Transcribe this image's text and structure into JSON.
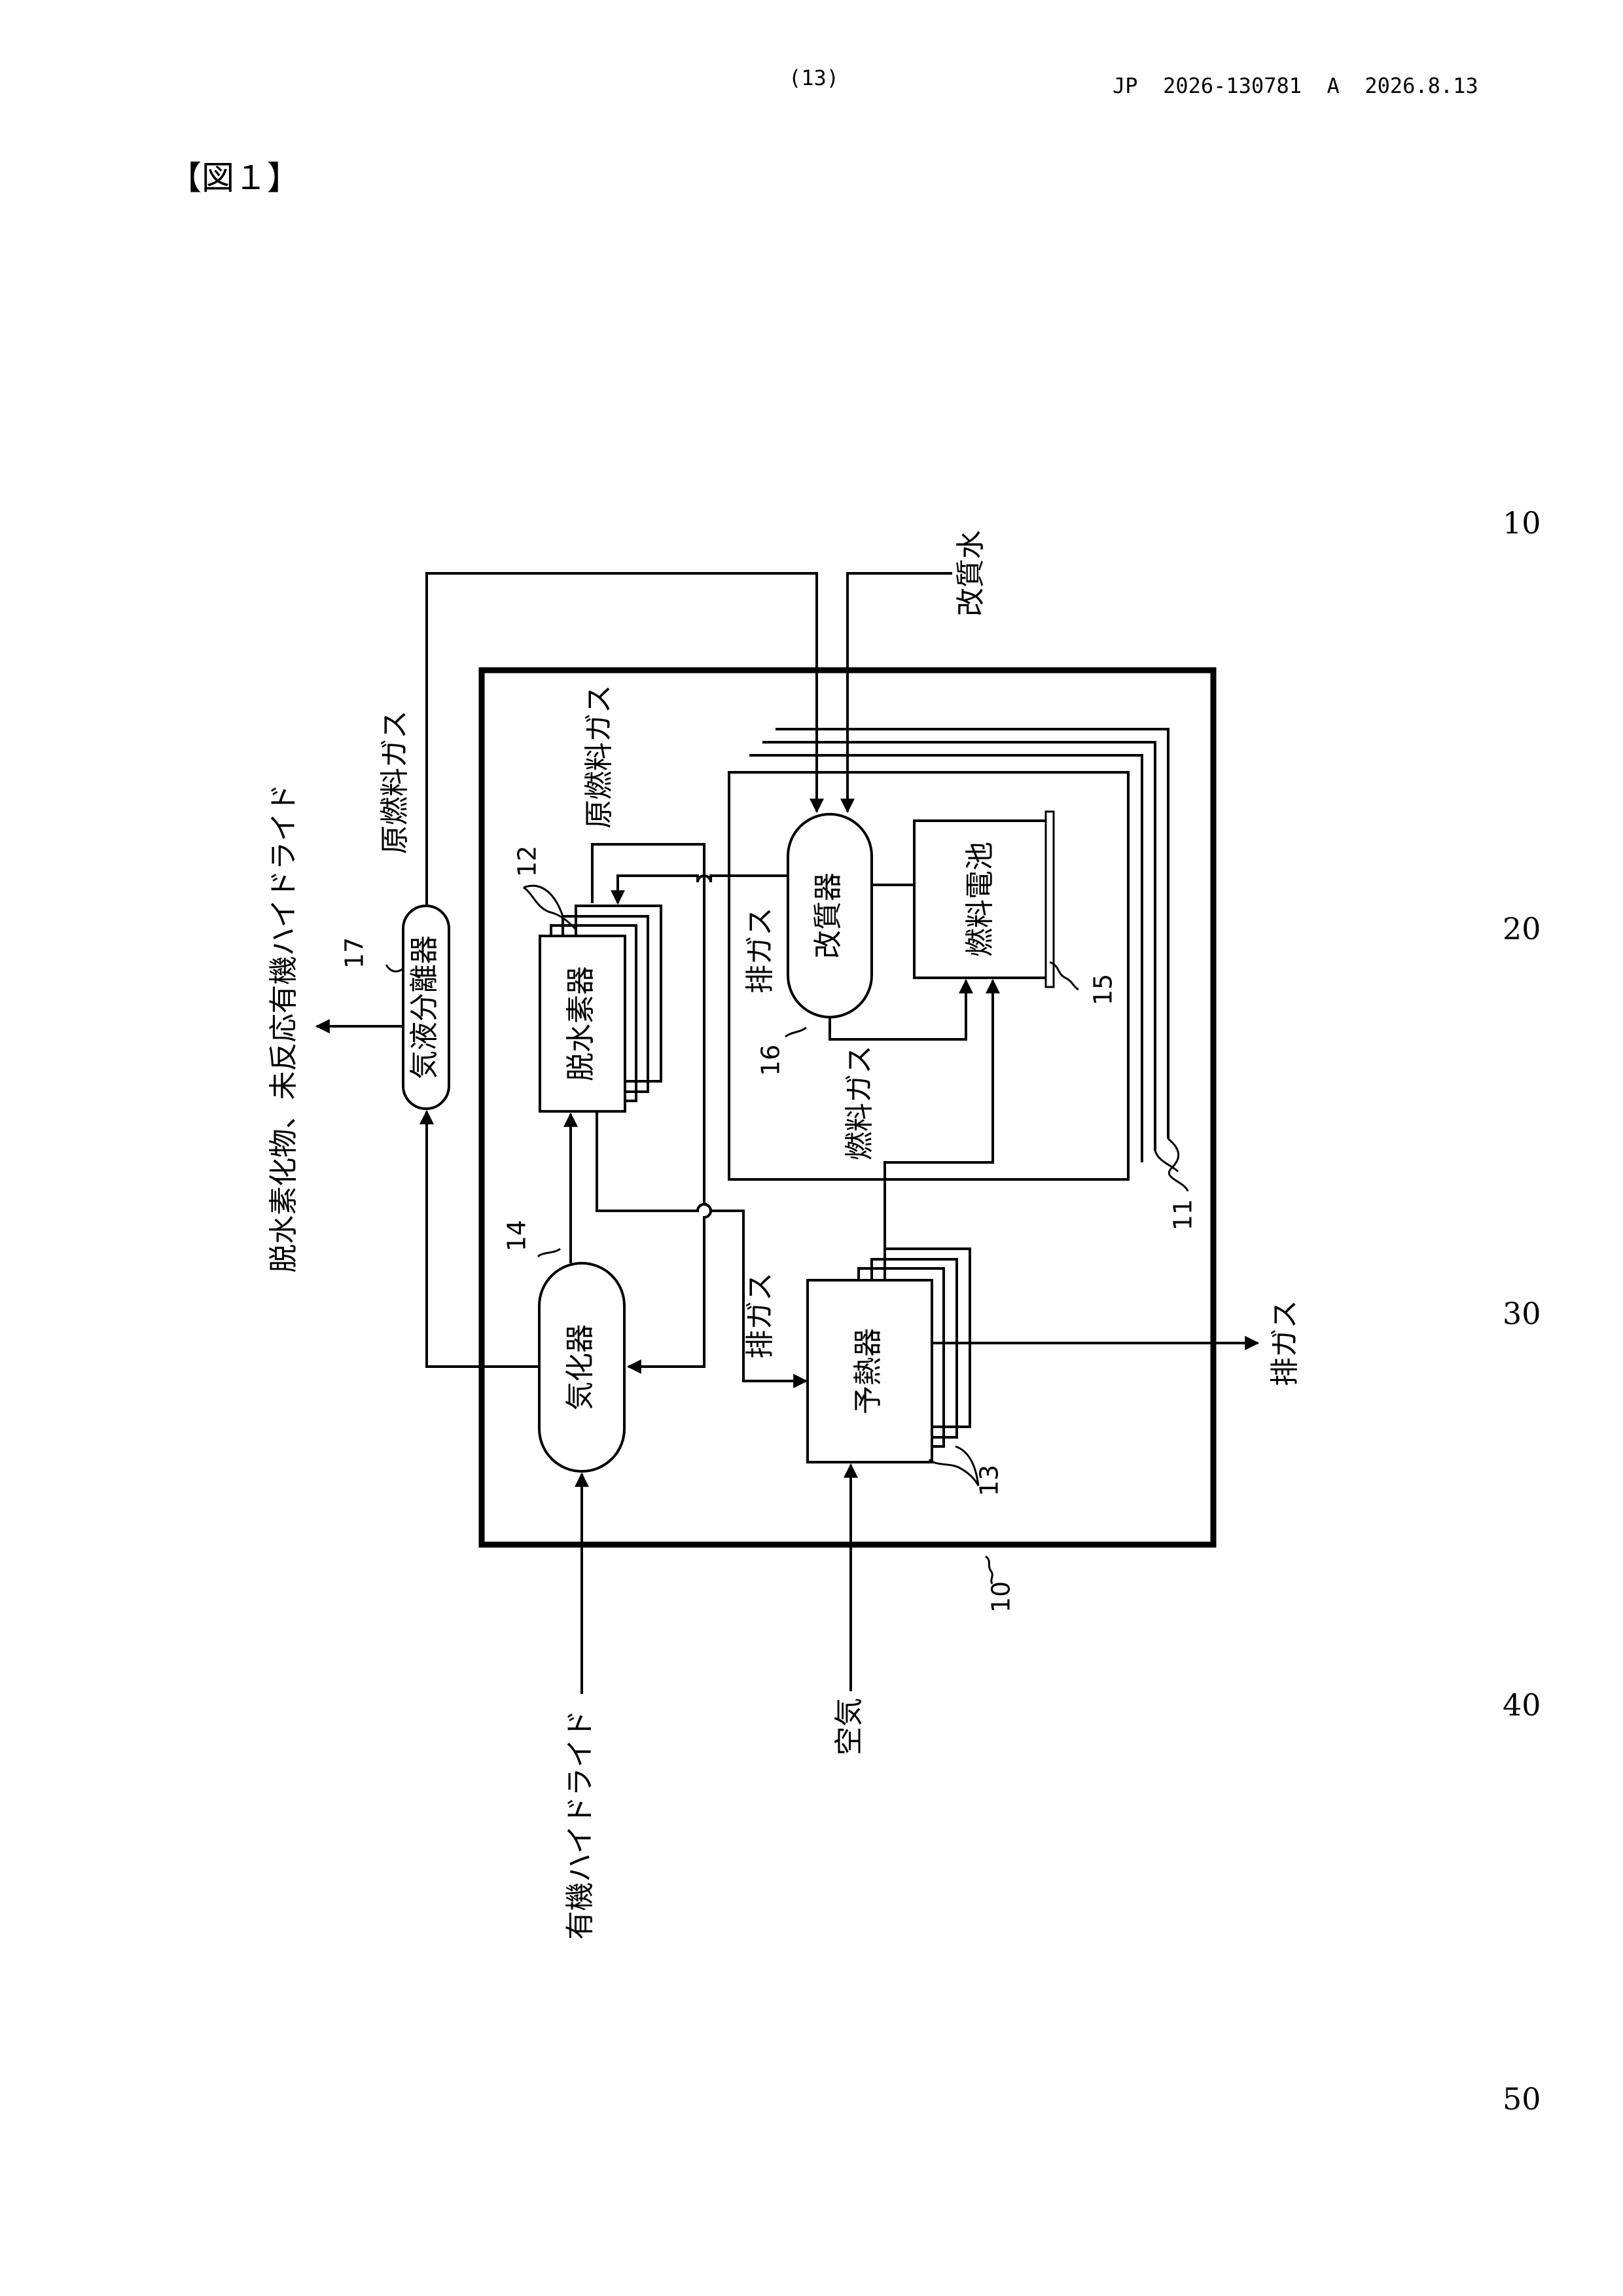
{
  "header": {
    "page_number": "(13)",
    "publication": "JP  2026-130781  A  2026.8.13"
  },
  "figure_label": "【図１】",
  "line_numbers": [
    "10",
    "20",
    "30",
    "40",
    "50"
  ],
  "diagram": {
    "components": {
      "reformer": "改質器",
      "fuel_cell": "燃料電池",
      "dehydrogenator": "脱水素器",
      "vaporizer": "気化器",
      "preheater": "予熱器",
      "separator": "気液分離器"
    },
    "streams": {
      "organic_hydride": "有機ハイドライド",
      "air": "空気",
      "exhaust_gas_out": "排ガス",
      "reforming_water": "改質水",
      "raw_fuel_gas_top": "原燃料ガス",
      "raw_fuel_gas_inner": "原燃料ガス",
      "exhaust_gas_inner": "排ガス",
      "exhaust_gas_preheater": "排ガス",
      "fuel_gas": "燃料ガス",
      "separated_products": "脱水素化物、未反応有機ハイドライド"
    },
    "reference_numerals": {
      "housing": "10",
      "module_layers": "11",
      "dehydrogenator_layers": "12",
      "preheater_layers": "13",
      "vaporizer": "14",
      "fuel_cell": "15",
      "reformer": "16",
      "separator": "17"
    }
  }
}
